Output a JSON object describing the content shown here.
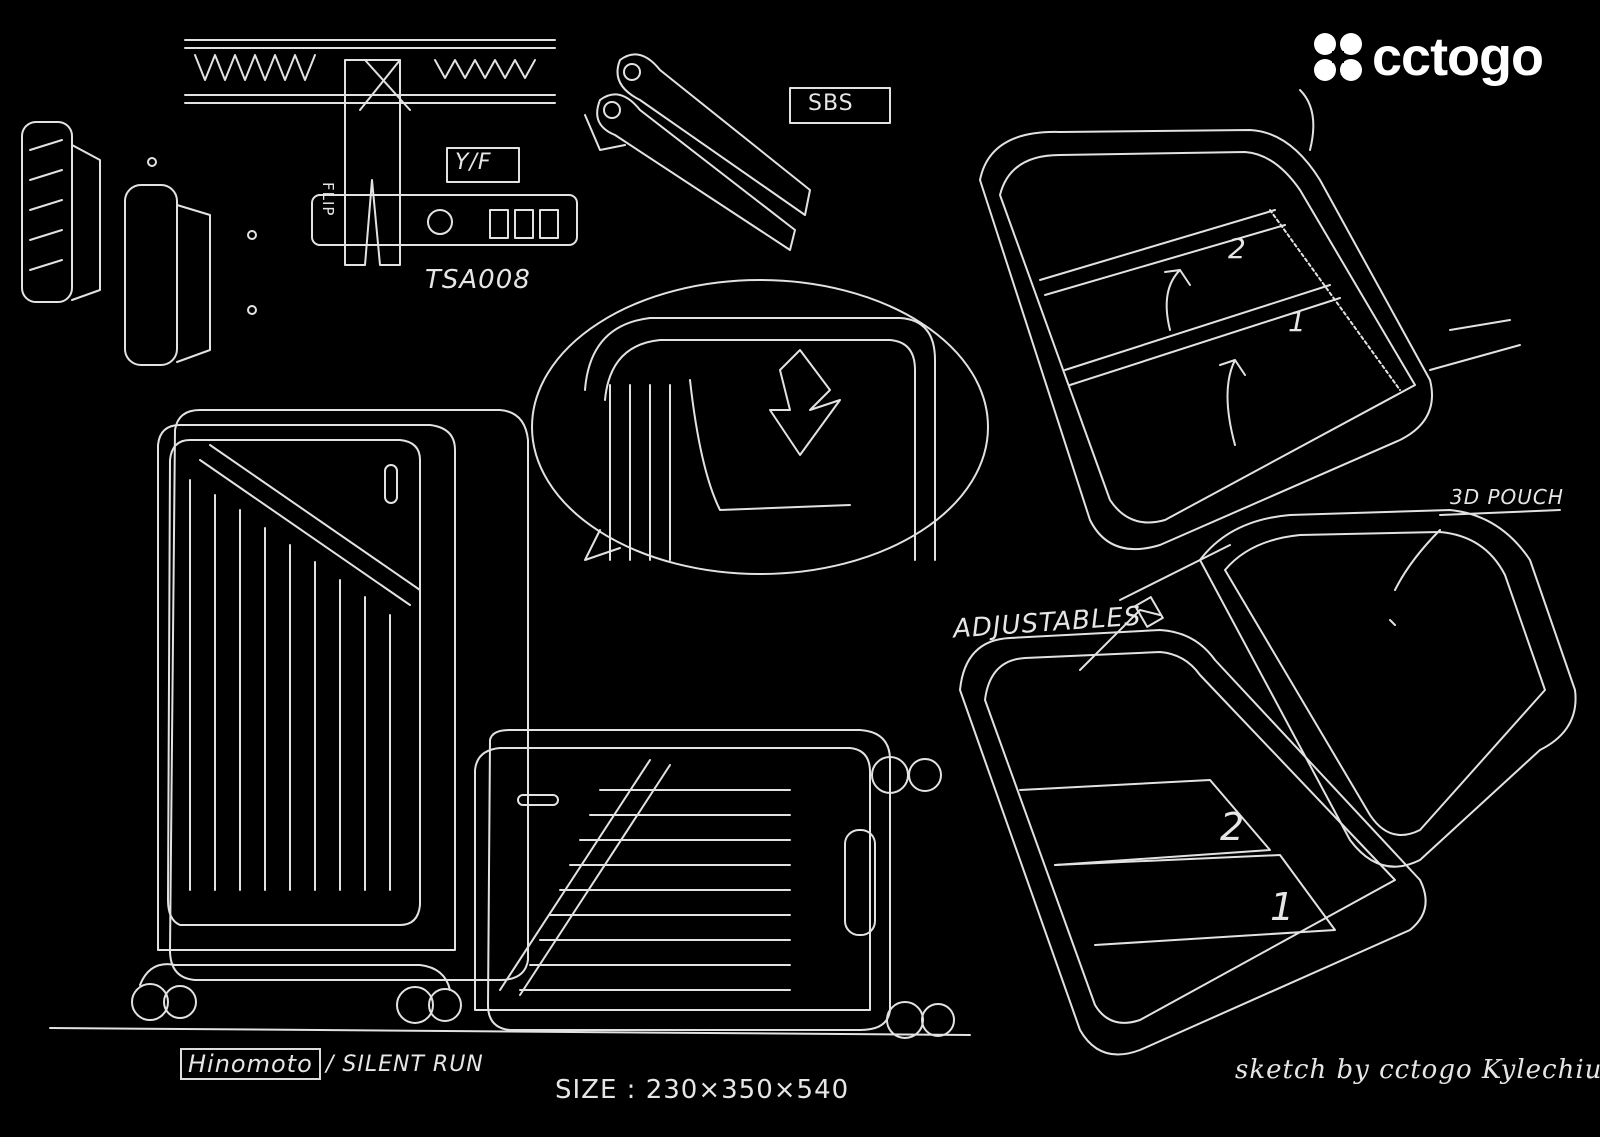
{
  "brand": {
    "logo_text": "cctogo"
  },
  "labels": {
    "lock_code": "TSA008",
    "zipper_tag": "Y/F",
    "hinge_tag": "SBS",
    "pouch": "3D POUCH",
    "dividers": "ADJUSTABLES",
    "wheels_brand": "Hinomoto",
    "wheels_model": "/ SILENT RUN",
    "size": "SIZE : 230×350×540",
    "signature": "sketch by cctogo Kylechiu",
    "flip": "FLIP",
    "divider_1_top": "1",
    "divider_2_top": "2",
    "divider_1_bottom": "1",
    "divider_2_bottom": "2"
  }
}
